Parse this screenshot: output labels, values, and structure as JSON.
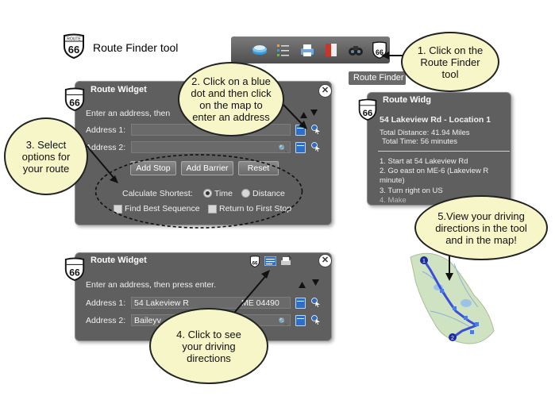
{
  "header": {
    "title": "Route Finder tool"
  },
  "toolbar": {
    "icons": [
      "layers-icon",
      "legend-icon",
      "print-icon",
      "bookmark-icon",
      "binoculars-icon",
      "route66-icon"
    ],
    "tooltip": "Route Finder"
  },
  "widget1": {
    "title": "Route Widget",
    "prompt": "Enter an address, then",
    "address1_label": "Address 1:",
    "address2_label": "Address 2:",
    "address1_value": "",
    "address2_value": "",
    "buttons": {
      "add_stop": "Add Stop",
      "add_barrier": "Add Barrier",
      "reset": "Reset"
    },
    "calc_label": "Calculate Shortest:",
    "option_time": "Time",
    "option_distance": "Distance",
    "selected_option": "Time",
    "find_best": "Find Best Sequence",
    "return_first": "Return to First Stop"
  },
  "widget2": {
    "title": "Route Widget",
    "prompt": "Enter an address, then press enter.",
    "address1_label": "Address 1:",
    "address2_label": "Address 2:",
    "address1_value": "54 Lakeview R",
    "address1_value_tail": "ME 04490",
    "address2_value": "Baileyv"
  },
  "directions": {
    "title": "Route Widg",
    "location": "54 Lakeview Rd - Location 1",
    "total_distance": "Total Distance: 41.94 Miles",
    "total_time": "Total Time: 56 minutes",
    "step1": "1. Start at 54 Lakeview Rd",
    "step2a": "2. Go east on ME-6 (Lakeview R",
    "step2b": "minute)",
    "step3": "3. Turn right on US",
    "step4": "4. Make"
  },
  "map": {
    "marker1": "1",
    "marker2": "2"
  },
  "callouts": {
    "c1": "1. Click on the Route Finder tool",
    "c2": "2. Click on  a blue dot and then click on the map to enter an address",
    "c3": "3. Select options for your route",
    "c4": "4. Click to see your driving directions",
    "c5": "5.View your driving directions in the tool and in the map!"
  },
  "colors": {
    "panel": "#5f5f5f",
    "callout_fill": "#f6f6c8",
    "accent_blue": "#2d6fc6",
    "route": "#3a4fd8"
  }
}
